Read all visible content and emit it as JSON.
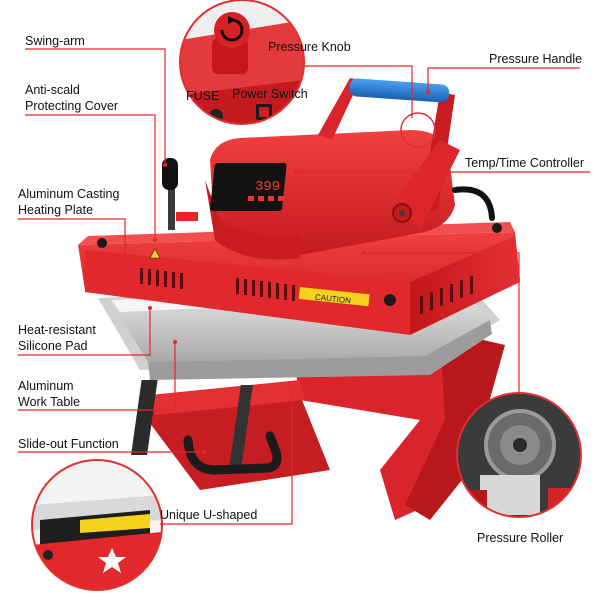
{
  "labels": {
    "swing_arm": "Swing-arm",
    "anti_scald": [
      "Anti-scald",
      "Protecting Cover"
    ],
    "aluminum_casting": [
      "Aluminum Casting",
      "Heating Plate"
    ],
    "heat_resistant": [
      "Heat-resistant",
      "Silicone Pad"
    ],
    "aluminum_work": [
      "Aluminum",
      "Work Table"
    ],
    "slide_out": "Slide-out Function",
    "unique_u": "Unique U-shaped",
    "pressure_knob": "Pressure Knob",
    "fuse": "FUSE",
    "power_switch": "Power Switch",
    "pressure_handle": "Pressure Handle",
    "temp_time": "Temp/Time Controller",
    "pressure_roller": "Pressure Roller"
  },
  "display": {
    "readout": "399"
  },
  "plate_text": "CAUTION",
  "colors": {
    "machine_red": "#e8262c",
    "machine_dark_red": "#b5161b",
    "leader_red": "#e5262a",
    "handle_blue": "#2a7fd6",
    "callout_stroke": "#e03030"
  }
}
